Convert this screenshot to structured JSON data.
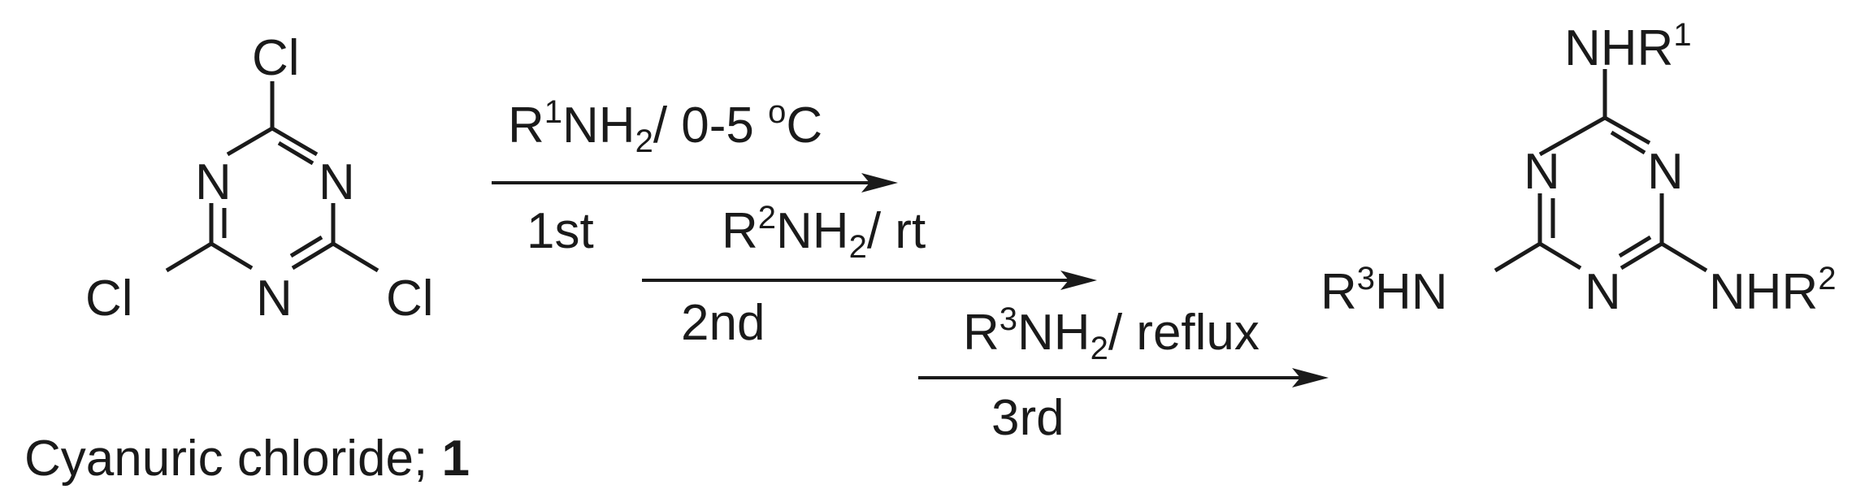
{
  "reactant": {
    "caption": "Cyanuric chloride; ",
    "compound_number": "1",
    "atoms": {
      "cl_top": "Cl",
      "cl_left": "Cl",
      "cl_right": "Cl",
      "n_left": "N",
      "n_right": "N",
      "n_bottom": "N"
    }
  },
  "steps": [
    {
      "reagent_r": "R",
      "reagent_sup": "1",
      "reagent_nh": "NH",
      "reagent_sub": "2",
      "reagent_tail": "/ 0-5 ",
      "reagent_deg": "o",
      "reagent_unit": "C",
      "order": "1st"
    },
    {
      "reagent_r": "R",
      "reagent_sup": "2",
      "reagent_nh": "NH",
      "reagent_sub": "2",
      "reagent_tail": "/ rt",
      "order": "2nd"
    },
    {
      "reagent_r": "R",
      "reagent_sup": "3",
      "reagent_nh": "NH",
      "reagent_sub": "2",
      "reagent_tail": "/ reflux",
      "order": "3rd"
    }
  ],
  "product": {
    "top_sub": {
      "prefix": "NHR",
      "sup": "1"
    },
    "right_sub": {
      "prefix": "NHR",
      "sup": "2"
    },
    "left_sub": {
      "r": "R",
      "sup": "3",
      "suffix": "HN"
    },
    "atoms": {
      "n_left": "N",
      "n_right": "N",
      "n_bottom": "N"
    }
  }
}
